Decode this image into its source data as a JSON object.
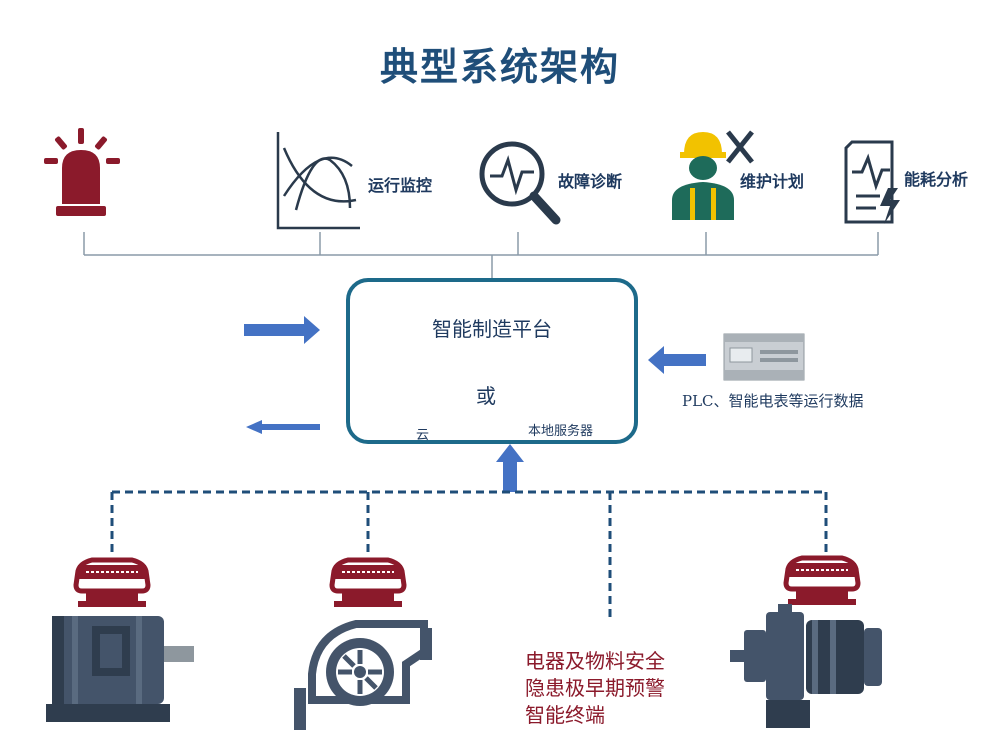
{
  "title": "典型系统架构",
  "functions": [
    {
      "label": "运行监控",
      "icon": "chart-curves-icon"
    },
    {
      "label": "故障诊断",
      "icon": "magnifier-pulse-icon"
    },
    {
      "label": "维护计划",
      "icon": "maintenance-worker-icon"
    },
    {
      "label": "能耗分析",
      "icon": "energy-report-icon"
    }
  ],
  "platform": {
    "title": "智能制造平台",
    "cloud_label": "云",
    "or_label": "或",
    "server_label": "本地服务器"
  },
  "data_source_label": "PLC、智能电表等运行数据",
  "terminal_text": [
    "电器及物料安全",
    "隐患极早期预警",
    "智能终端"
  ],
  "colors": {
    "title": "#1f4e79",
    "platform_border": "#1d6a8a",
    "arrow": "#4472c4",
    "device": "#8b1a2b",
    "motor": "#44546a",
    "dashed_line": "#1f4e79",
    "terminal_text": "#8b1a2b"
  }
}
